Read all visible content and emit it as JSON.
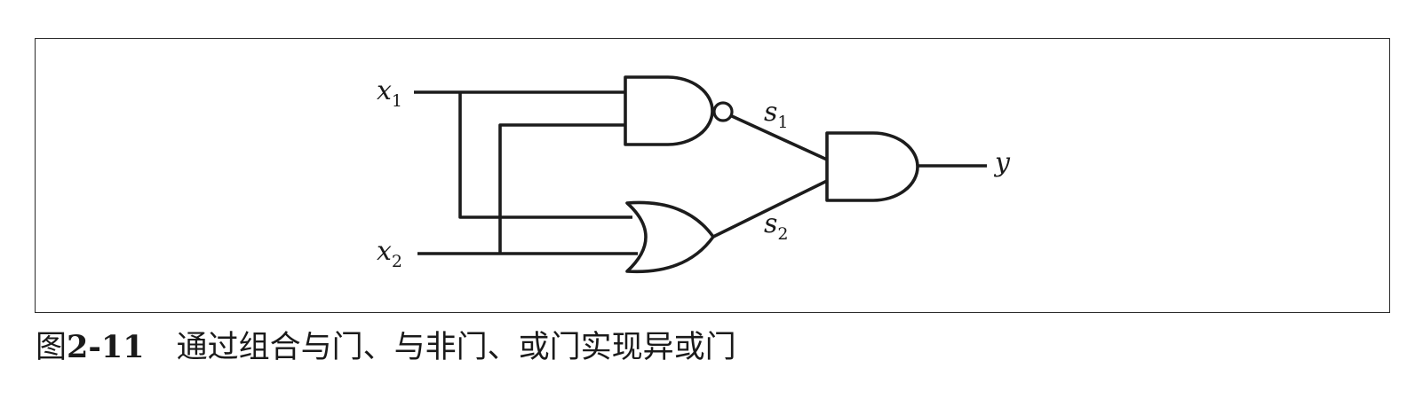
{
  "diagram": {
    "inputs": [
      {
        "var": "x",
        "sub": "1"
      },
      {
        "var": "x",
        "sub": "2"
      }
    ],
    "intermediates": [
      {
        "var": "s",
        "sub": "1"
      },
      {
        "var": "s",
        "sub": "2"
      }
    ],
    "output": {
      "var": "y"
    },
    "gates": [
      {
        "type": "NAND",
        "inputs": [
          "x1",
          "x2"
        ],
        "output": "s1"
      },
      {
        "type": "OR",
        "inputs": [
          "x1",
          "x2"
        ],
        "output": "s2"
      },
      {
        "type": "AND",
        "inputs": [
          "s1",
          "s2"
        ],
        "output": "y"
      }
    ]
  },
  "caption": {
    "label": "图",
    "number": "2-11",
    "text": "通过组合与门、与非门、或门实现异或门"
  }
}
